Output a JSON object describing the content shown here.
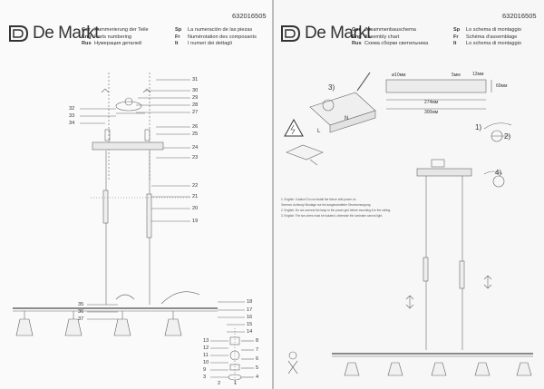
{
  "left_page": {
    "logo": {
      "text": "De Markt"
    },
    "code": "632016505",
    "languages": [
      {
        "code": "Ger",
        "text": "Nummerierung der Teile"
      },
      {
        "code": "Eng",
        "text": "Parts numbering"
      },
      {
        "code": "Rus",
        "text": "Нумерация деталей"
      },
      {
        "code": "Sp",
        "text": "La numeración de las piezas"
      },
      {
        "code": "Fr",
        "text": "Numérotation des composants"
      },
      {
        "code": "It",
        "text": "I numeri dei dettagli"
      }
    ],
    "part_numbers": [
      "31",
      "30",
      "29",
      "28",
      "27",
      "32",
      "33",
      "34",
      "26",
      "25",
      "24",
      "23",
      "22",
      "21",
      "20",
      "19",
      "35",
      "36",
      "37",
      "18",
      "17",
      "16",
      "15",
      "14",
      "13",
      "12",
      "11",
      "10",
      "9",
      "8",
      "7",
      "6",
      "5",
      "4",
      "3",
      "2",
      "1"
    ]
  },
  "right_page": {
    "logo": {
      "text": "De Markt"
    },
    "code": "632016505",
    "languages": [
      {
        "code": "Ger",
        "text": "Zusammenbauschema"
      },
      {
        "code": "Eng",
        "text": "Assembly chart"
      },
      {
        "code": "Rus",
        "text": "Схема сборки светильника"
      },
      {
        "code": "Sp",
        "text": "Lo schema di montaggio"
      },
      {
        "code": "Fr",
        "text": "Schéma d'assemblage"
      },
      {
        "code": "It",
        "text": "Lo schema di montaggio"
      }
    ],
    "dimensions": {
      "d": "ø10мм",
      "a": "5мм",
      "b": "12мм",
      "h": "60мм",
      "len1": "274мм",
      "len2": "300мм"
    },
    "steps": [
      "1)",
      "2)",
      "3)",
      "4)"
    ],
    "wire_labels": {
      "n": "N",
      "l": "L"
    },
    "notes": [
      "1. English: Caution! Do not install the fixture with power on.",
      "German: Achtung! Montage nur bei ausgeschalteter Stromversorgung.",
      "2. English: Do not connect the lamp to the power grid before mounting it to the ceiling.",
      "3. English: The two wires must be isolated, otherwise the luminaire cannot light."
    ]
  }
}
